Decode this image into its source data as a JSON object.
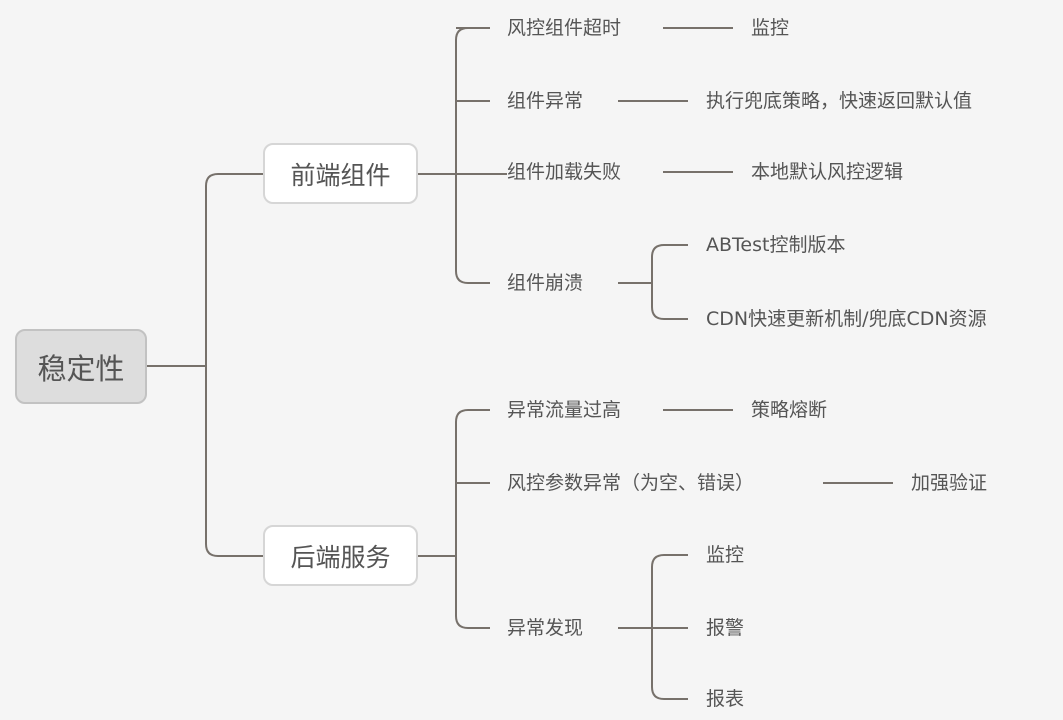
{
  "root": "稳定性",
  "branches": [
    {
      "label": "前端组件",
      "children": [
        {
          "label": "风控组件超时",
          "children": [
            "监控"
          ]
        },
        {
          "label": "组件异常",
          "children": [
            "执行兜底策略，快速返回默认值"
          ]
        },
        {
          "label": "组件加载失败",
          "children": [
            "本地默认风控逻辑"
          ]
        },
        {
          "label": "组件崩溃",
          "children": [
            "ABTest控制版本",
            "CDN快速更新机制/兜底CDN资源"
          ]
        }
      ]
    },
    {
      "label": "后端服务",
      "children": [
        {
          "label": "异常流量过高",
          "children": [
            "策略熔断"
          ]
        },
        {
          "label": "风控参数异常（为空、错误）",
          "children": [
            "加强验证"
          ]
        },
        {
          "label": "异常发现",
          "children": [
            "监控",
            "报警",
            "报表"
          ]
        }
      ]
    }
  ],
  "colors": {
    "background": "#f5f5f5",
    "line": "#77716b",
    "root_fill": "#dddddd",
    "text": "#555555"
  }
}
